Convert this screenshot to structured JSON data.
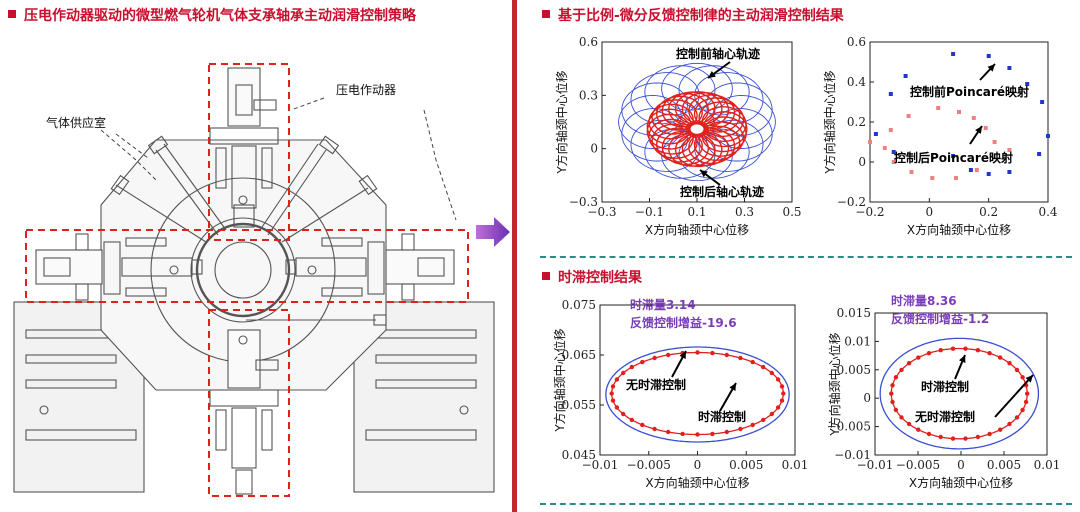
{
  "left_title": "压电作动器驱动的微型燃气轮机气体支承轴承主动润滑控制策略",
  "right_title_1": "基于比例-微分反馈控制律的主动润滑控制结果",
  "right_title_2": "时滞控制结果",
  "diagram_labels": {
    "gas_chamber": "气体供应室",
    "actuator": "压电作动器"
  },
  "colors": {
    "accent_red": "#c8102e",
    "blue": "#3a4fd1",
    "red_curve": "#e0201c",
    "purple_text": "#7a3db8",
    "teal_dash": "#2e8a8a"
  },
  "chart_data": [
    {
      "type": "line",
      "id": "orbit",
      "xlabel": "X方向轴颈中心位移",
      "ylabel": "Y方向轴颈中心位移",
      "xlim": [
        -0.3,
        0.5
      ],
      "ylim": [
        -0.3,
        0.6
      ],
      "xticks": [
        "−0.3",
        "−0.1",
        "0.1",
        "0.3",
        "0.5"
      ],
      "yticks": [
        "−0.3",
        "0",
        "0.3",
        "0.6"
      ],
      "annotations": [
        "控制前轴心轨迹",
        "控制后轴心轨迹"
      ],
      "series": [
        {
          "color": "#3a4fd1",
          "center": [
            0.1,
            0.15
          ],
          "ring_radius": 0.2,
          "loop_radius": 0.13,
          "loops": 17
        },
        {
          "color": "#e0201c",
          "center": [
            0.1,
            0.11
          ],
          "ring_radius": 0.12,
          "loop_radius": 0.09,
          "loops": 26
        }
      ]
    },
    {
      "type": "scatter",
      "id": "poincare",
      "xlabel": "X方向轴颈中心位移",
      "ylabel": "Y方向轴颈中心位移",
      "xlim": [
        -0.2,
        0.4
      ],
      "ylim": [
        -0.2,
        0.6
      ],
      "xticks": [
        "−0.2",
        "0",
        "0.2",
        "0.4"
      ],
      "yticks": [
        "−0.2",
        "0",
        "0.2",
        "0.4",
        "0.6"
      ],
      "annotations": [
        "控制前Poincaré映射",
        "控制后Poincaré映射"
      ],
      "series": [
        {
          "color": "#2236c9",
          "points": [
            [
              0.08,
              0.54
            ],
            [
              0.2,
              0.53
            ],
            [
              0.27,
              0.47
            ],
            [
              0.33,
              0.39
            ],
            [
              0.38,
              0.3
            ],
            [
              0.4,
              0.13
            ],
            [
              0.37,
              0.04
            ],
            [
              0.27,
              -0.05
            ],
            [
              0.2,
              -0.06
            ],
            [
              0.14,
              -0.04
            ],
            [
              0.08,
              0.03
            ],
            [
              -0.12,
              0.05
            ],
            [
              -0.18,
              0.14
            ],
            [
              -0.13,
              0.34
            ],
            [
              -0.08,
              0.43
            ]
          ]
        },
        {
          "color": "#f08080",
          "points": [
            [
              0.03,
              0.27
            ],
            [
              0.1,
              0.25
            ],
            [
              0.15,
              0.22
            ],
            [
              0.19,
              0.17
            ],
            [
              0.22,
              0.1
            ],
            [
              0.21,
              0.03
            ],
            [
              0.16,
              -0.04
            ],
            [
              0.09,
              -0.08
            ],
            [
              0.01,
              -0.08
            ],
            [
              -0.06,
              -0.05
            ],
            [
              -0.12,
              0.0
            ],
            [
              -0.15,
              0.07
            ],
            [
              -0.13,
              0.16
            ],
            [
              -0.07,
              0.23
            ],
            [
              0.27,
              0.06
            ],
            [
              -0.2,
              0.1
            ]
          ]
        }
      ]
    },
    {
      "type": "line",
      "id": "delay1",
      "xlabel": "X方向轴颈中心位移",
      "ylabel": "Y方向轴颈中心位移",
      "xlim": [
        -0.01,
        0.01
      ],
      "ylim": [
        0.045,
        0.075
      ],
      "xticks": [
        "−0.01",
        "−0.005",
        "0",
        "0.005",
        "0.01"
      ],
      "yticks": [
        "0.045",
        "0.055",
        "0.065",
        "0.075"
      ],
      "info": [
        "时滞量3.14",
        "反馈控制增益-19.6"
      ],
      "annotations": [
        "无时滞控制",
        "时滞控制"
      ],
      "series": [
        {
          "color": "#3a4fd1",
          "center": [
            0.0,
            0.0571
          ],
          "rx": 0.0094,
          "ry": 0.0095,
          "markers": false
        },
        {
          "color": "#e0201c",
          "center": [
            0.0,
            0.0573
          ],
          "rx": 0.0088,
          "ry": 0.0082,
          "markers": true,
          "n_markers": 36
        }
      ]
    },
    {
      "type": "line",
      "id": "delay2",
      "xlabel": "X方向轴颈中心位移",
      "ylabel": "Y方向轴颈中心位移",
      "xlim": [
        -0.01,
        0.01
      ],
      "ylim": [
        -0.012,
        0.016
      ],
      "xticks": [
        "−0.01",
        "−0.005",
        "0",
        "0.005",
        "0.01"
      ],
      "yticks": [
        "−0.01",
        "−0.005",
        "0",
        "0.005",
        "0.01",
        "0.015"
      ],
      "info": [
        "时滞量8.36",
        "反馈控制增益-1.2"
      ],
      "annotations": [
        "时滞控制",
        "无时滞控制"
      ],
      "series": [
        {
          "color": "#3a4fd1",
          "center": [
            -0.0002,
            0.0001
          ],
          "rx": 0.0092,
          "ry": 0.0109,
          "markers": false
        },
        {
          "color": "#e0201c",
          "center": [
            -0.0002,
            0.0001
          ],
          "rx": 0.0079,
          "ry": 0.0089,
          "markers": true,
          "n_markers": 34
        }
      ]
    }
  ]
}
